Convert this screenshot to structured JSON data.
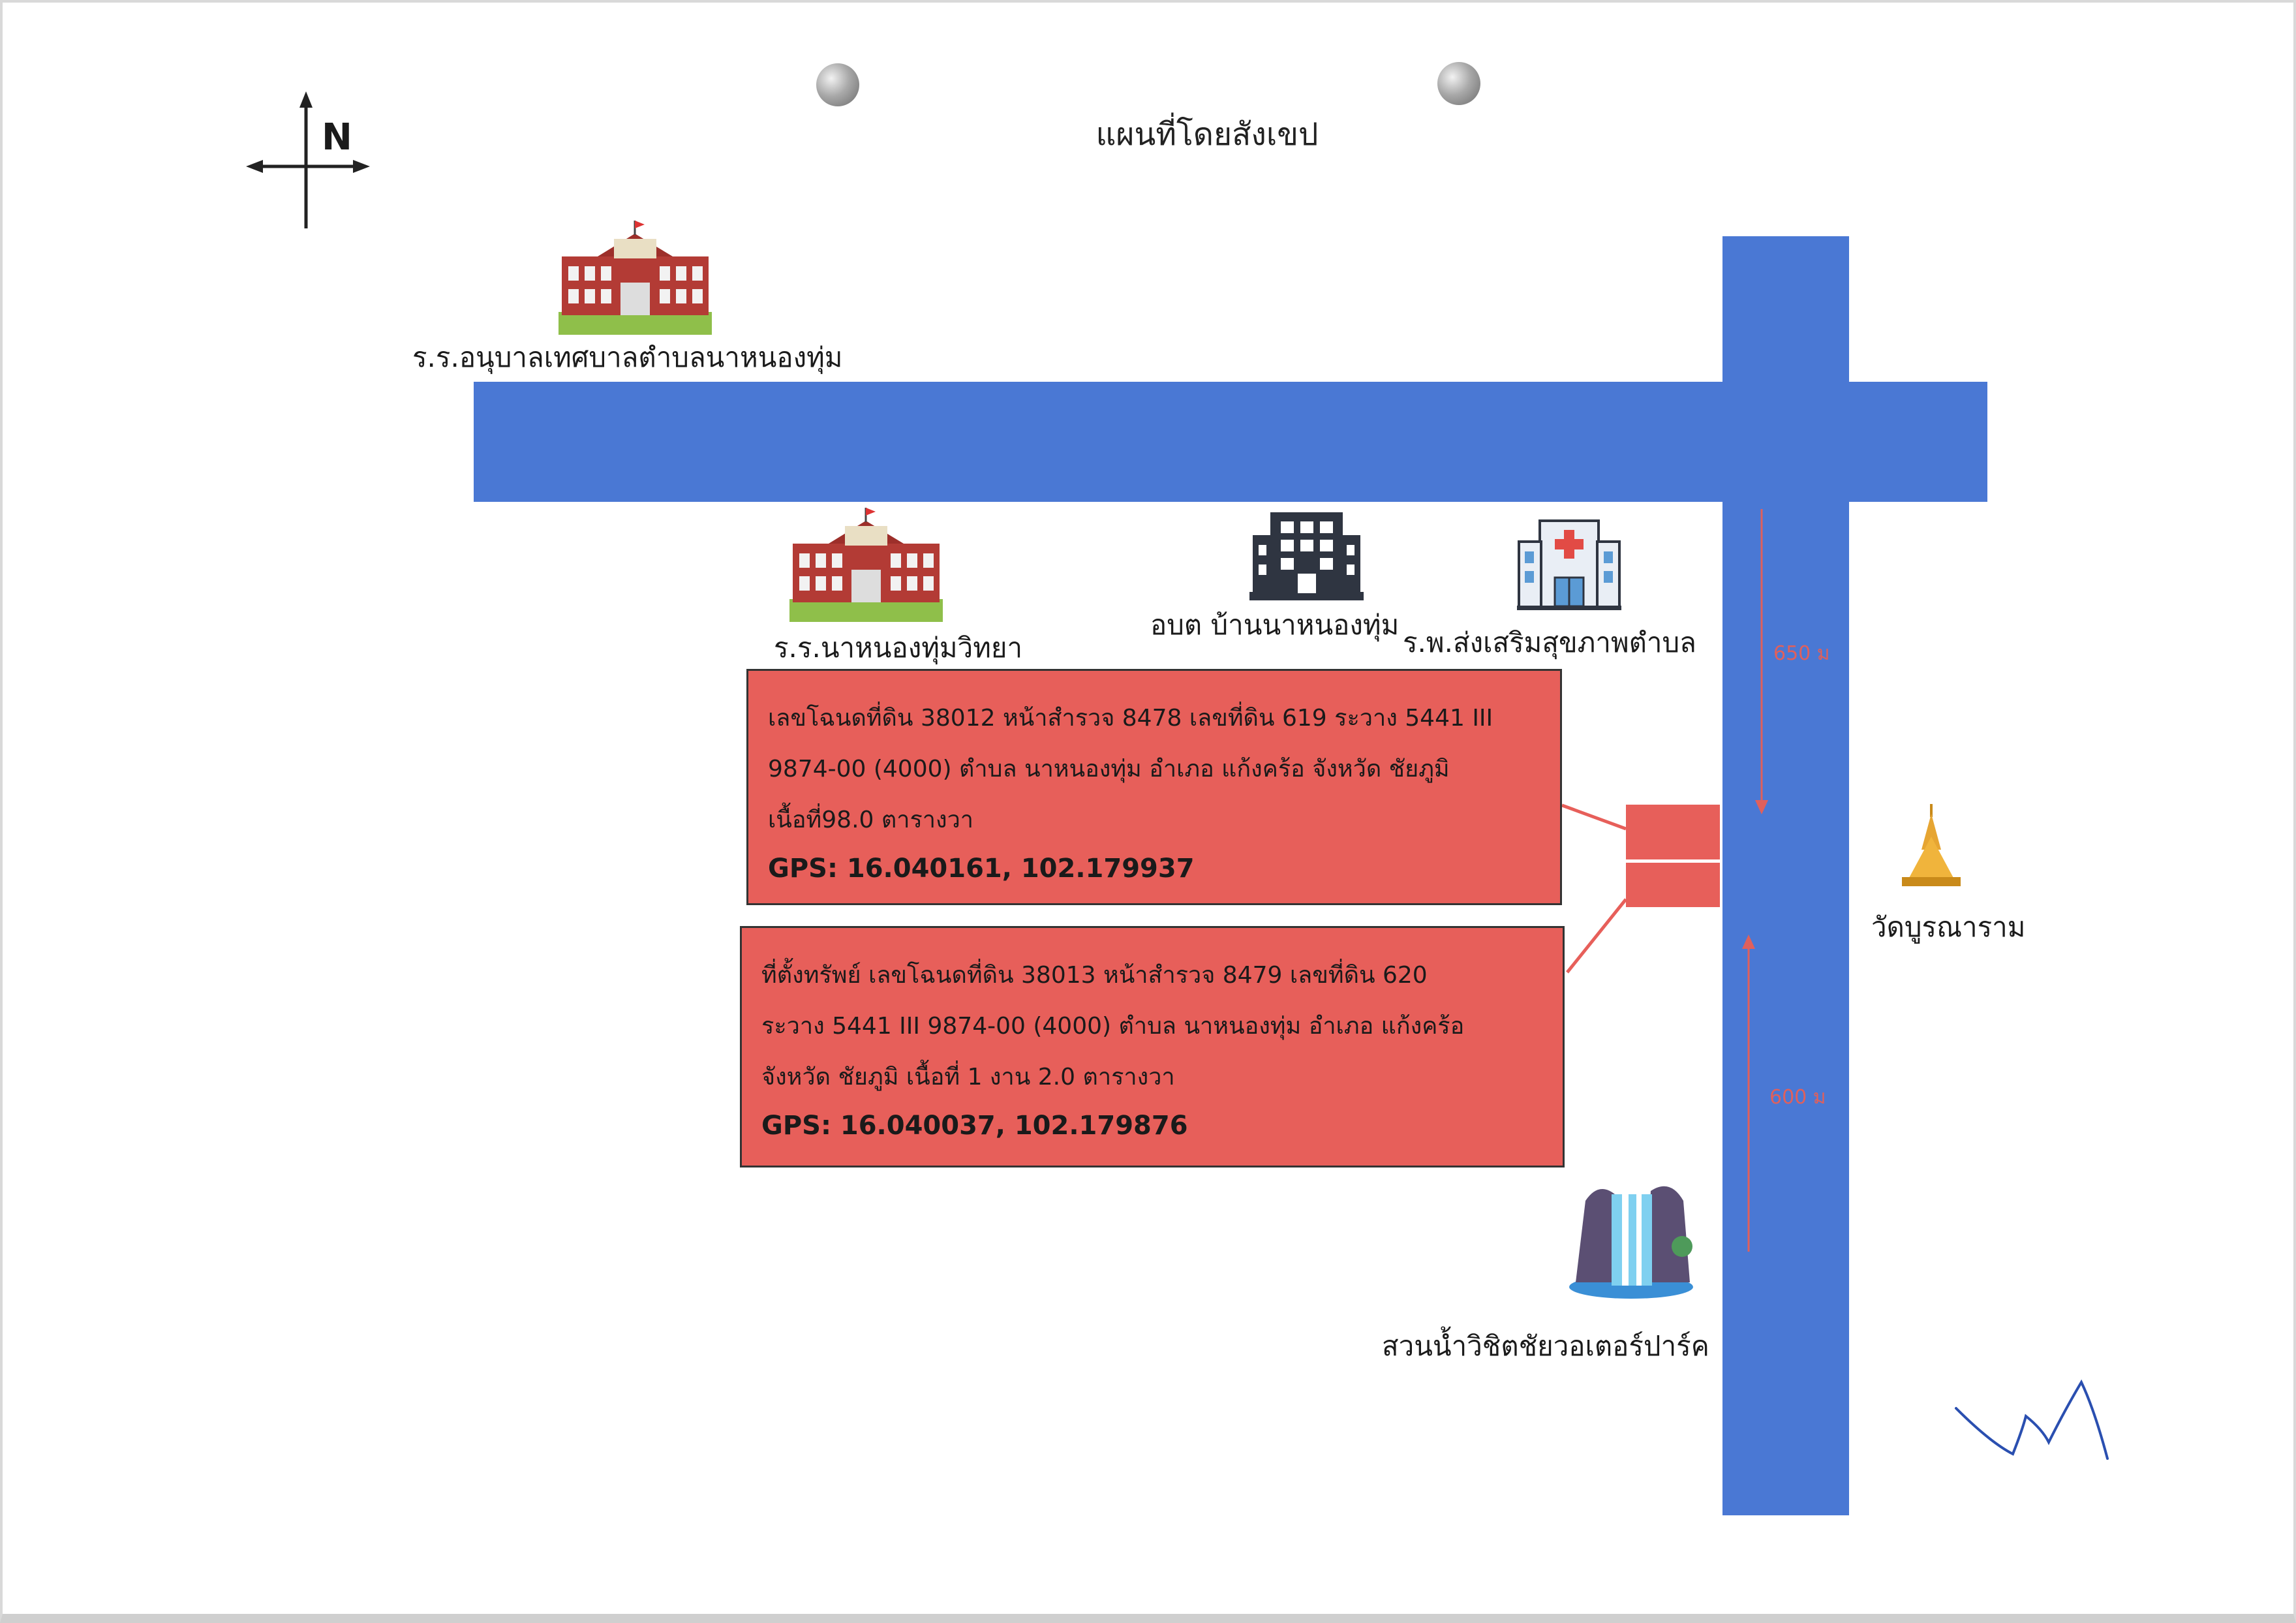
{
  "title": "แผนที่โดยสังเขป",
  "compass": {
    "north": "N"
  },
  "landmarks": {
    "kindergarten": "ร.ร.อนุบาลเทศบาลตำบลนาหนองทุ่ม",
    "school": "ร.ร.นาหนองทุ่มวิทยา",
    "sao": "อบต บ้านนาหนองทุ่ม",
    "hospital": "ร.พ.ส่งเสริมสุขภาพตำบล",
    "temple": "วัดบูรณาราม",
    "waterpark": "สวนน้ำวิชิตชัยวอเตอร์ปาร์ค"
  },
  "distances": {
    "north_segment": "650 ม",
    "south_segment": "600 ม"
  },
  "parcel_1": {
    "line1": "เลขโฉนดที่ดิน 38012 หน้าสำรวจ 8478 เลขที่ดิน 619 ระวาง 5441 III",
    "line2": "9874-00 (4000) ตำบล นาหนองทุ่ม อำเภอ แก้งคร้อ จังหวัด ชัยภูมิ",
    "line3": "เนื้อที่98.0 ตารางวา",
    "gps": "GPS: 16.040161, 102.179937"
  },
  "parcel_2": {
    "line1": "ที่ตั้งทรัพย์ เลขโฉนดที่ดิน 38013 หน้าสำรวจ 8479 เลขที่ดิน 620",
    "line2": "ระวาง 5441 III 9874-00 (4000) ตำบล นาหนองทุ่ม อำเภอ แก้งคร้อ",
    "line3": "จังหวัด ชัยภูมิ เนื้อที่ 1 งาน 2.0 ตารางวา",
    "gps": "GPS: 16.040037, 102.179876"
  },
  "colors": {
    "road": "#4a78d4",
    "parcel": "#e75f5a",
    "distance_marker": "#e0605c"
  },
  "icons": {
    "compass": "compass-icon",
    "school_building": "school-building-icon",
    "office_building": "office-building-icon",
    "hospital": "hospital-icon",
    "pagoda": "pagoda-icon",
    "waterfall": "waterfall-icon"
  }
}
